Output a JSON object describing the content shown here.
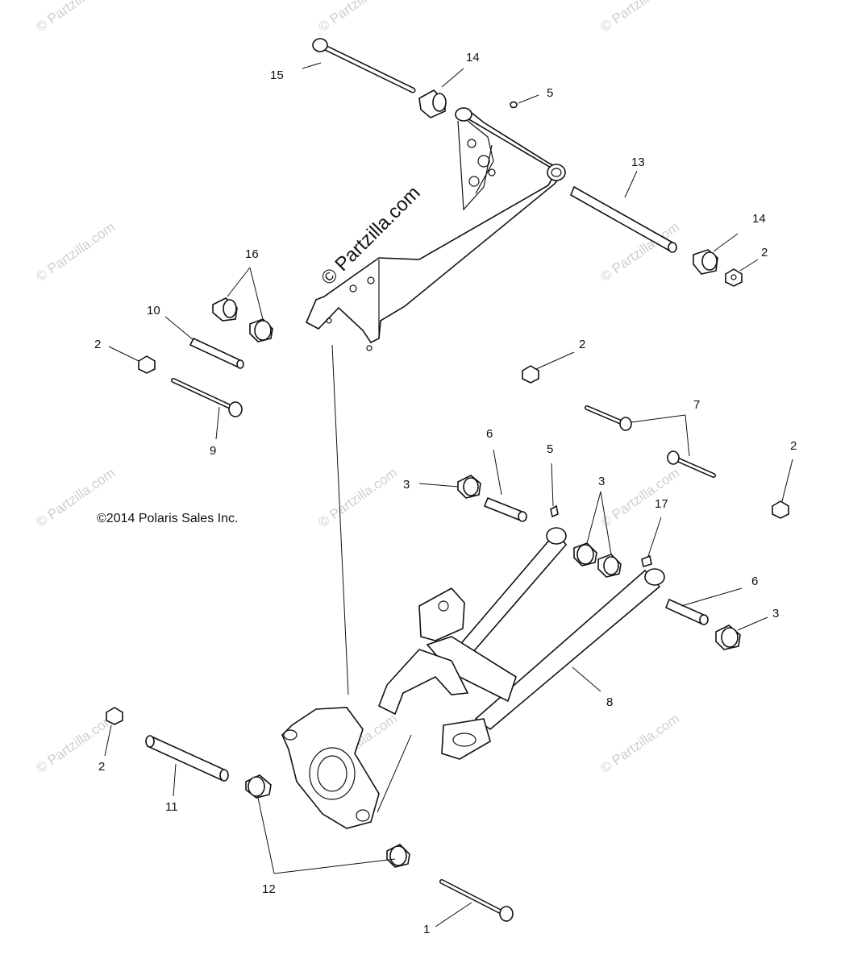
{
  "copyright": "©2014 Polaris Sales Inc.",
  "watermark_main": "© Partzilla.com",
  "watermark_small": "© Partzilla.com",
  "labels": {
    "l1": "1",
    "l2a": "2",
    "l2b": "2",
    "l2c": "2",
    "l2d": "2",
    "l2e": "2",
    "l3a": "3",
    "l3b": "3",
    "l3c": "3",
    "l5a": "5",
    "l5b": "5",
    "l6a": "6",
    "l6b": "6",
    "l7": "7",
    "l8": "8",
    "l9": "9",
    "l10": "10",
    "l11": "11",
    "l12": "12",
    "l13": "13",
    "l14a": "14",
    "l14b": "14",
    "l15": "15",
    "l16": "16",
    "l17": "17"
  }
}
